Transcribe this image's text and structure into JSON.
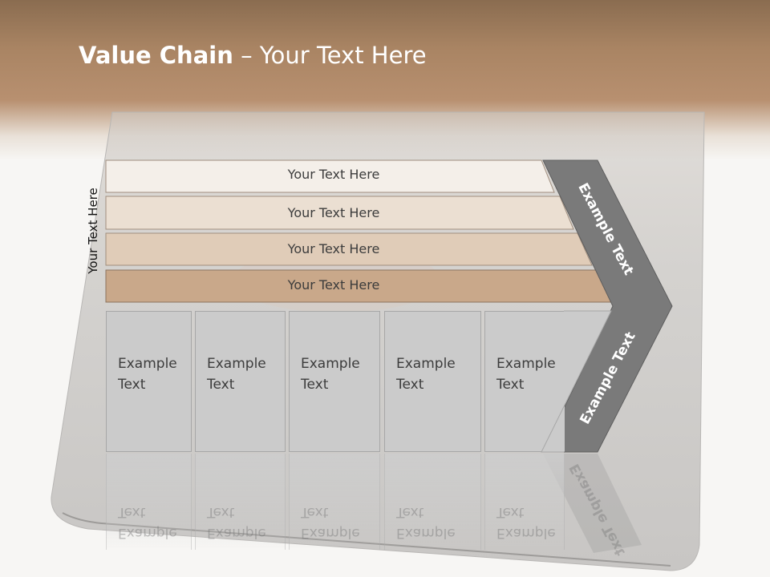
{
  "slide": {
    "title_bold": "Value Chain",
    "title_rest": " – Your Text Here"
  },
  "side_label": "Your Text Here",
  "bars": [
    {
      "label": "Your Text Here",
      "color": "#f4efe9"
    },
    {
      "label": "Your Text Here",
      "color": "#ebdfd2"
    },
    {
      "label": "Your Text Here",
      "color": "#e0ccb8"
    },
    {
      "label": "Your Text Here",
      "color": "#c9a88a"
    }
  ],
  "cells": [
    {
      "line1": "Example",
      "line2": "Text"
    },
    {
      "line1": "Example",
      "line2": "Text"
    },
    {
      "line1": "Example",
      "line2": "Text"
    },
    {
      "line1": "Example",
      "line2": "Text"
    },
    {
      "line1": "Example",
      "line2": "Text"
    }
  ],
  "arrow": {
    "upper_label": "Example Text",
    "lower_label": "Example Text",
    "color": "#7a7a7a"
  }
}
